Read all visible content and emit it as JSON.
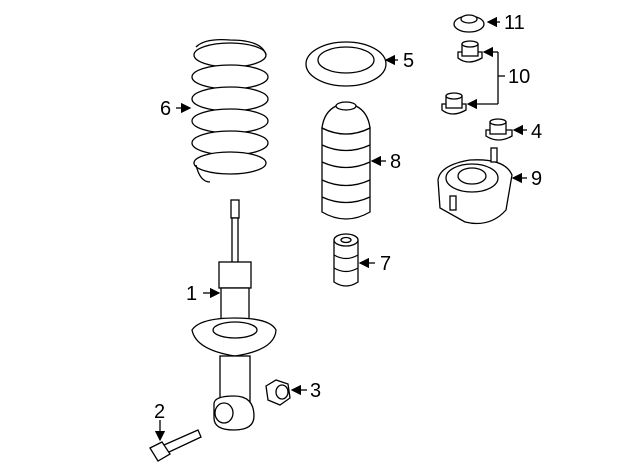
{
  "diagram": {
    "callouts": [
      {
        "num": "1",
        "part": "shock-absorber"
      },
      {
        "num": "2",
        "part": "bolt"
      },
      {
        "num": "3",
        "part": "nut"
      },
      {
        "num": "4",
        "part": "nut"
      },
      {
        "num": "5",
        "part": "spring-seat"
      },
      {
        "num": "6",
        "part": "coil-spring"
      },
      {
        "num": "7",
        "part": "bump-stop"
      },
      {
        "num": "8",
        "part": "dust-boot"
      },
      {
        "num": "9",
        "part": "upper-mount"
      },
      {
        "num": "10",
        "part": "nuts"
      },
      {
        "num": "11",
        "part": "cap"
      }
    ]
  }
}
